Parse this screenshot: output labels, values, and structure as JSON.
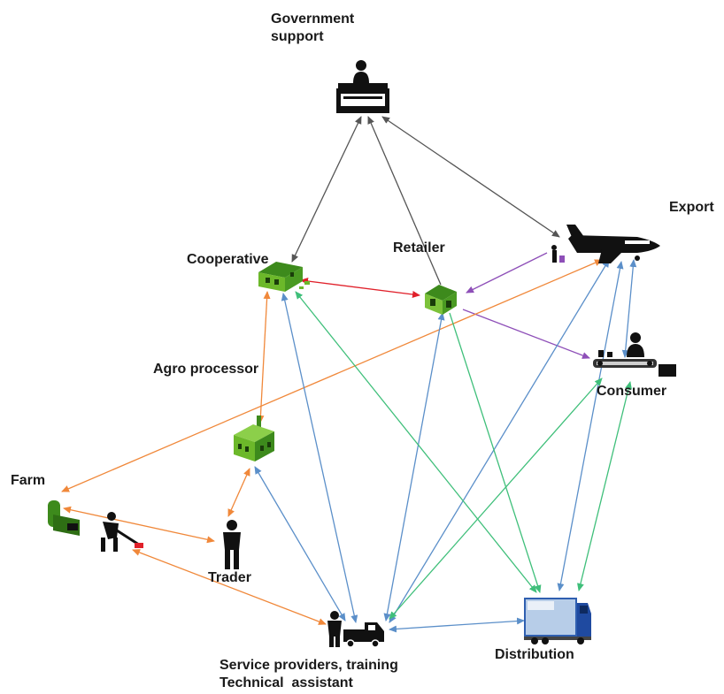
{
  "nodes": {
    "government": {
      "label": "Government\nsupport",
      "icon": "government-desk-icon"
    },
    "export": {
      "label": "Export",
      "icon": "airplane-icon"
    },
    "cooperative": {
      "label": "Cooperative",
      "icon": "cooperative-building-icon"
    },
    "retailer": {
      "label": "Retailer",
      "icon": "retail-shop-icon"
    },
    "agro_processor": {
      "label": "Agro processor",
      "icon": "factory-icon"
    },
    "consumer": {
      "label": "Consumer",
      "icon": "checkout-counter-icon"
    },
    "farm": {
      "label": "Farm",
      "icon": "farmer-harvester-icon"
    },
    "trader": {
      "label": "Trader",
      "icon": "person-icon"
    },
    "service_providers": {
      "label": "Service providers, training\nTechnical  assistant",
      "icon": "service-truck-icon"
    },
    "distribution": {
      "label": "Distribution",
      "icon": "delivery-truck-icon"
    }
  },
  "edge_colors": {
    "government": "#555555",
    "value_chain": "#f0883a",
    "service": "#5b8fc9",
    "distribution": "#3fbf7a",
    "retail_export": "#8e4fb8",
    "cooperative_retailer": "#e0202a"
  }
}
